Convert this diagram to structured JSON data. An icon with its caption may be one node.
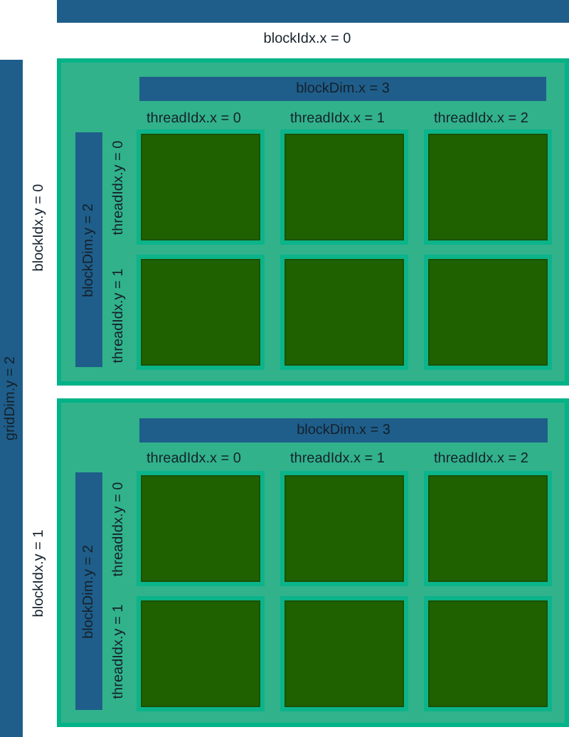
{
  "diagram": {
    "nodes": [
      {
        "text": [],
        "shape": "bar"
      },
      {
        "text": [
          "gridDim.y = 2"
        ]
      },
      {
        "text": [],
        "shape": "box",
        "beside": [
          "blockIdx.y = 0"
        ]
      },
      {
        "text": [
          "blockDim.x = 3"
        ],
        "in": 2
      },
      {
        "text": [
          "blockDim.y = 2"
        ],
        "in": 2
      },
      {
        "text": [],
        "shape": "box",
        "in": 2
      },
      {
        "text": [],
        "shape": "box",
        "in": 2
      },
      {
        "text": [],
        "shape": "box",
        "in": 2
      },
      {
        "text": [],
        "shape": "box",
        "in": 2
      },
      {
        "text": [],
        "shape": "box",
        "in": 2
      },
      {
        "text": [],
        "shape": "box",
        "in": 2
      },
      {
        "text": [],
        "shape": "box",
        "beside": [
          "blockIdx.y = 1"
        ]
      },
      {
        "text": [
          "blockDim.x = 3"
        ],
        "in": 11
      },
      {
        "text": [
          "blockDim.y = 2"
        ],
        "in": 11
      },
      {
        "text": [],
        "shape": "box",
        "in": 11
      },
      {
        "text": [],
        "shape": "box",
        "in": 11
      },
      {
        "text": [],
        "shape": "box",
        "in": 11
      },
      {
        "text": [],
        "shape": "box",
        "in": 11
      },
      {
        "text": [],
        "shape": "box",
        "in": 11
      },
      {
        "text": [],
        "shape": "box",
        "in": 11
      }
    ],
    "labels": [
      "blockIdx.x = 0",
      "threadIdx.x = 0",
      "threadIdx.x = 1",
      "threadIdx.x = 2",
      "threadIdx.y = 0",
      "threadIdx.y = 1",
      "threadIdx.x = 0",
      "threadIdx.x = 1",
      "threadIdx.x = 2",
      "threadIdx.y = 0",
      "threadIdx.y = 1"
    ]
  }
}
